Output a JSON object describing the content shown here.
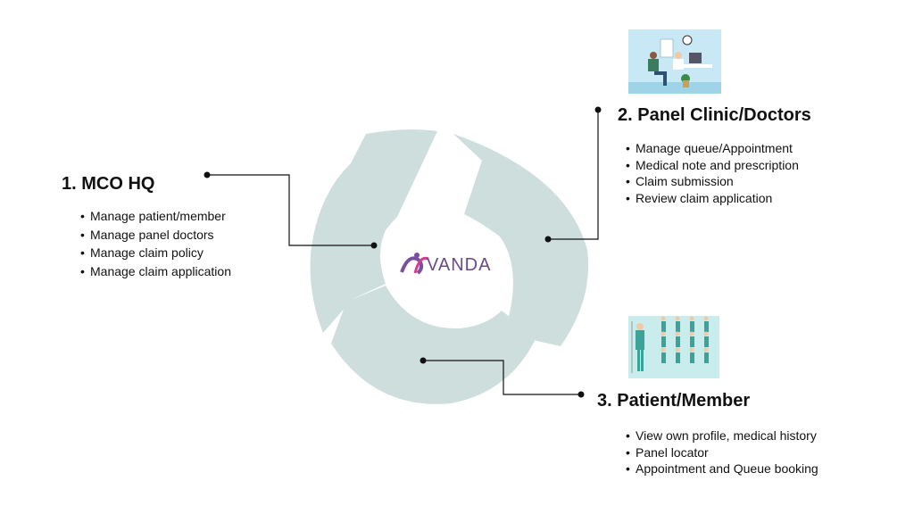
{
  "logo": {
    "text": "VANDA"
  },
  "nodes": [
    {
      "title": "1. MCO HQ",
      "items": [
        "Manage patient/member",
        "Manage panel doctors",
        "Manage claim policy",
        "Manage claim application"
      ]
    },
    {
      "title": "2. Panel Clinic/Doctors",
      "items": [
        "Manage queue/Appointment",
        "Medical note and prescription",
        "Claim submission",
        "Review claim application"
      ]
    },
    {
      "title": "3. Patient/Member",
      "items": [
        "View own profile, medical history",
        "Panel locator",
        "Appointment and Queue booking"
      ]
    }
  ],
  "colors": {
    "ring": "#cddedd",
    "connector": "#111111",
    "logo_purple": "#7b4fa0",
    "logo_pink": "#d23f8d"
  },
  "icons": [
    "clinic-illustration",
    "medical-staff-illustration"
  ]
}
